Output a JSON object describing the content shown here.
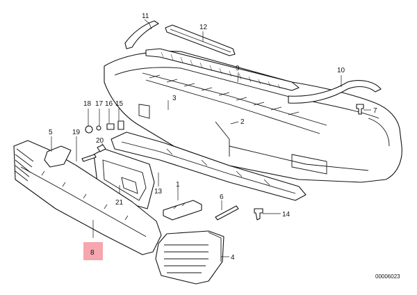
{
  "diagram": {
    "accent_color": "#f7a5ae",
    "reference_code": "00006023",
    "callouts": {
      "c1": "1",
      "c2": "2",
      "c3": "3",
      "c4": "4",
      "c5": "5",
      "c6": "6",
      "c7": "7",
      "c8": "8",
      "c9": "9",
      "c10": "10",
      "c11": "11",
      "c12": "12",
      "c13": "13",
      "c14": "14",
      "c15": "15",
      "c16": "16",
      "c17": "17",
      "c18": "18",
      "c19": "19",
      "c20": "20",
      "c21": "21"
    }
  }
}
